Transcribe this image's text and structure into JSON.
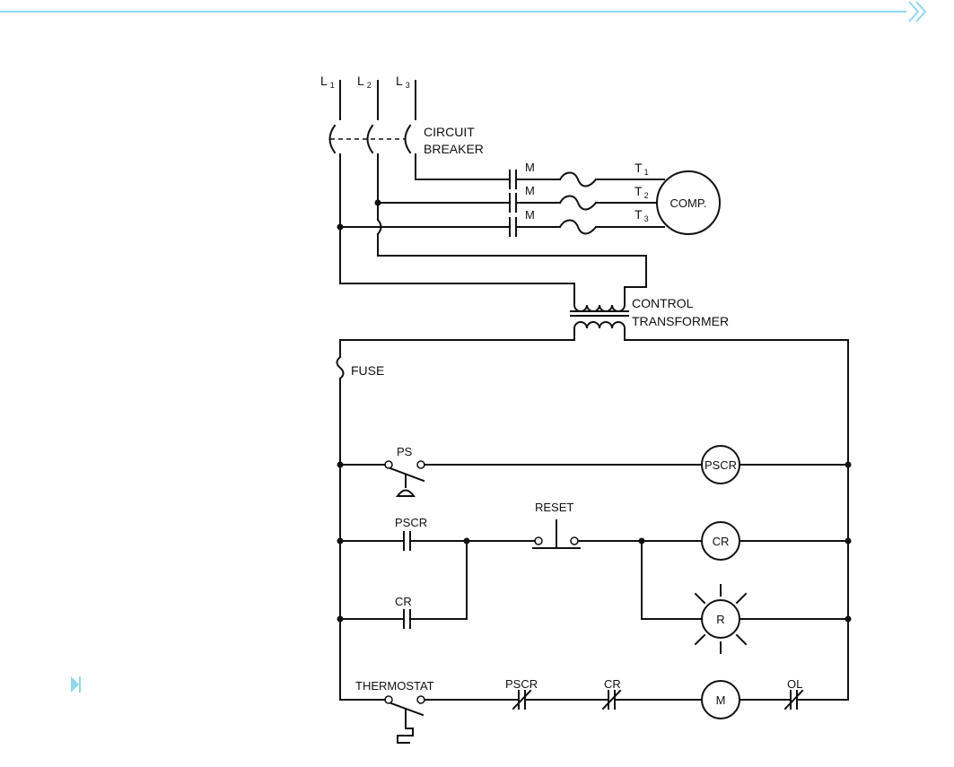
{
  "colors": {
    "accent": "#8fd8ee",
    "ink": "#111111"
  },
  "icons": {
    "top_right": "double-chevron-right-icon",
    "bottom_left": "play-marker-icon"
  },
  "diagram": {
    "lines": {
      "l1": "L",
      "l2": "L",
      "l3": "L",
      "l1_sub": "1",
      "l2_sub": "2",
      "l3_sub": "3"
    },
    "breaker": {
      "line1": "CIRCUIT",
      "line2": "BREAKER"
    },
    "contacts": {
      "m1": "M",
      "m2": "M",
      "m3": "M"
    },
    "terminals": {
      "t": "T",
      "t1_sub": "1",
      "t2_sub": "2",
      "t3_sub": "3"
    },
    "compressor": "COMP.",
    "transformer": {
      "line1": "CONTROL",
      "line2": "TRANSFORMER"
    },
    "fuse": "FUSE",
    "ps": "PS",
    "pscr_coil": "PSCR",
    "pscr_contact": "PSCR",
    "reset": "RESET",
    "cr_coil": "CR",
    "cr_contact": "CR",
    "r_lamp": "R",
    "thermostat": "THERMOSTAT",
    "pscr_nc": "PSCR",
    "cr_nc": "CR",
    "motor": "M",
    "ol": "OL"
  }
}
